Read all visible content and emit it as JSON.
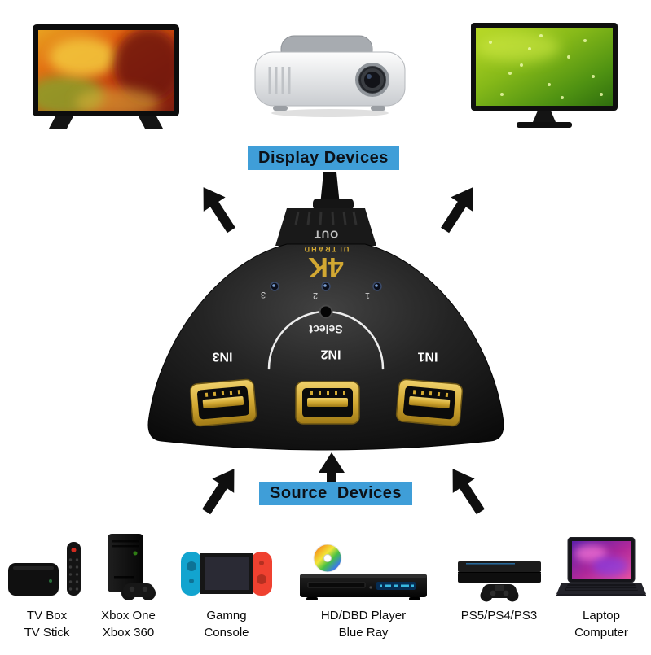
{
  "diagram": {
    "display_label": "Display Devices",
    "source_label": "Source  Devices"
  },
  "switcher": {
    "out_label": "OUT",
    "logo_4k": "4K",
    "logo_ultrahd": "ULTRAHD",
    "select_label": "Select",
    "led_labels": [
      "3",
      "2",
      "1"
    ],
    "port_labels": [
      "IN3",
      "IN2",
      "IN1"
    ]
  },
  "display_devices": [
    {
      "name": "television-orange"
    },
    {
      "name": "projector"
    },
    {
      "name": "television-green"
    }
  ],
  "source_devices": [
    {
      "line1": "TV Box",
      "line2": "TV Stick"
    },
    {
      "line1": "Xbox One",
      "line2": "Xbox 360"
    },
    {
      "line1": "Gamng",
      "line2": "Console"
    },
    {
      "line1": "HD/DBD Player",
      "line2": "Blue Ray"
    },
    {
      "line1": "PS5/PS4/PS3",
      "line2": ""
    },
    {
      "line1": "Laptop",
      "line2": "Computer"
    }
  ],
  "colors": {
    "label_bg": "#3f9ed8",
    "arrow": "#0f0f0f",
    "switcher_body": "#161616",
    "gold": "#d2a832"
  }
}
